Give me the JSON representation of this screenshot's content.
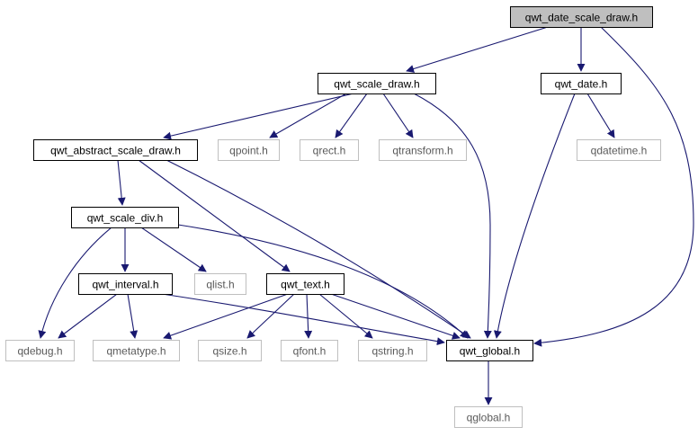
{
  "colors": {
    "edge": "#191970",
    "highlight_fill": "#bfbfbf",
    "normal_border": "#000000",
    "external_border": "#bfbfbf",
    "external_text": "#5a5a5a",
    "text": "#000000"
  },
  "nodes": [
    {
      "id": "qwt_date_scale_draw",
      "label": "qwt_date_scale_draw.h",
      "kind": "highlight"
    },
    {
      "id": "qwt_scale_draw",
      "label": "qwt_scale_draw.h",
      "kind": "normal"
    },
    {
      "id": "qwt_date",
      "label": "qwt_date.h",
      "kind": "normal"
    },
    {
      "id": "qwt_abstract_scale_draw",
      "label": "qwt_abstract_scale_draw.h",
      "kind": "normal"
    },
    {
      "id": "qpoint",
      "label": "qpoint.h",
      "kind": "external"
    },
    {
      "id": "qrect",
      "label": "qrect.h",
      "kind": "external"
    },
    {
      "id": "qtransform",
      "label": "qtransform.h",
      "kind": "external"
    },
    {
      "id": "qdatetime",
      "label": "qdatetime.h",
      "kind": "external"
    },
    {
      "id": "qwt_scale_div",
      "label": "qwt_scale_div.h",
      "kind": "normal"
    },
    {
      "id": "qlist",
      "label": "qlist.h",
      "kind": "external"
    },
    {
      "id": "qwt_interval",
      "label": "qwt_interval.h",
      "kind": "normal"
    },
    {
      "id": "qwt_text",
      "label": "qwt_text.h",
      "kind": "normal"
    },
    {
      "id": "qdebug",
      "label": "qdebug.h",
      "kind": "external"
    },
    {
      "id": "qmetatype",
      "label": "qmetatype.h",
      "kind": "external"
    },
    {
      "id": "qsize",
      "label": "qsize.h",
      "kind": "external"
    },
    {
      "id": "qfont",
      "label": "qfont.h",
      "kind": "external"
    },
    {
      "id": "qstring",
      "label": "qstring.h",
      "kind": "external"
    },
    {
      "id": "qwt_global",
      "label": "qwt_global.h",
      "kind": "normal"
    },
    {
      "id": "qglobal",
      "label": "qglobal.h",
      "kind": "external"
    }
  ],
  "edges": [
    {
      "from": "qwt_date_scale_draw",
      "to": "qwt_scale_draw"
    },
    {
      "from": "qwt_date_scale_draw",
      "to": "qwt_date"
    },
    {
      "from": "qwt_date_scale_draw",
      "to": "qwt_global"
    },
    {
      "from": "qwt_scale_draw",
      "to": "qwt_abstract_scale_draw"
    },
    {
      "from": "qwt_scale_draw",
      "to": "qpoint"
    },
    {
      "from": "qwt_scale_draw",
      "to": "qrect"
    },
    {
      "from": "qwt_scale_draw",
      "to": "qtransform"
    },
    {
      "from": "qwt_scale_draw",
      "to": "qwt_global"
    },
    {
      "from": "qwt_date",
      "to": "qdatetime"
    },
    {
      "from": "qwt_date",
      "to": "qwt_global"
    },
    {
      "from": "qwt_abstract_scale_draw",
      "to": "qwt_scale_div"
    },
    {
      "from": "qwt_abstract_scale_draw",
      "to": "qwt_text"
    },
    {
      "from": "qwt_abstract_scale_draw",
      "to": "qwt_global"
    },
    {
      "from": "qwt_scale_div",
      "to": "qwt_interval"
    },
    {
      "from": "qwt_scale_div",
      "to": "qlist"
    },
    {
      "from": "qwt_scale_div",
      "to": "qdebug"
    },
    {
      "from": "qwt_scale_div",
      "to": "qwt_global"
    },
    {
      "from": "qwt_interval",
      "to": "qdebug"
    },
    {
      "from": "qwt_interval",
      "to": "qmetatype"
    },
    {
      "from": "qwt_interval",
      "to": "qwt_global"
    },
    {
      "from": "qwt_text",
      "to": "qmetatype"
    },
    {
      "from": "qwt_text",
      "to": "qsize"
    },
    {
      "from": "qwt_text",
      "to": "qfont"
    },
    {
      "from": "qwt_text",
      "to": "qstring"
    },
    {
      "from": "qwt_text",
      "to": "qwt_global"
    },
    {
      "from": "qwt_global",
      "to": "qglobal"
    }
  ]
}
